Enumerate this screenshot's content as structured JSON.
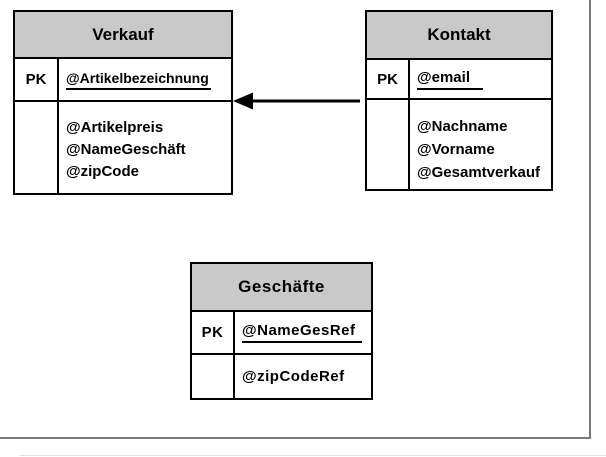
{
  "diagram": {
    "type": "er-schema",
    "header_fill": "#c9c9c9",
    "table_border_color": "#000000",
    "arrow_color": "#000000",
    "page_edge_color": "#7a7a7a"
  },
  "tables": [
    {
      "title": "Verkauf",
      "pk_label": "PK",
      "pk_attribute": "@Artikelbezeichnung",
      "attributes": [
        "@Artikelpreis",
        "@NameGeschäft",
        "@zipCode"
      ]
    },
    {
      "title": "Kontakt",
      "pk_label": "PK",
      "pk_attribute": "@email",
      "attributes": [
        "@Nachname",
        "@Vorname",
        "@Gesamtverkauf"
      ]
    },
    {
      "title": "Geschäfte",
      "pk_label": "PK",
      "pk_attribute": "@NameGesRef",
      "attributes": [
        "@zipCodeRef"
      ]
    }
  ],
  "relationship": {
    "from_table": "Kontakt",
    "to_table": "Verkauf",
    "style": "solid-arrow-left"
  }
}
